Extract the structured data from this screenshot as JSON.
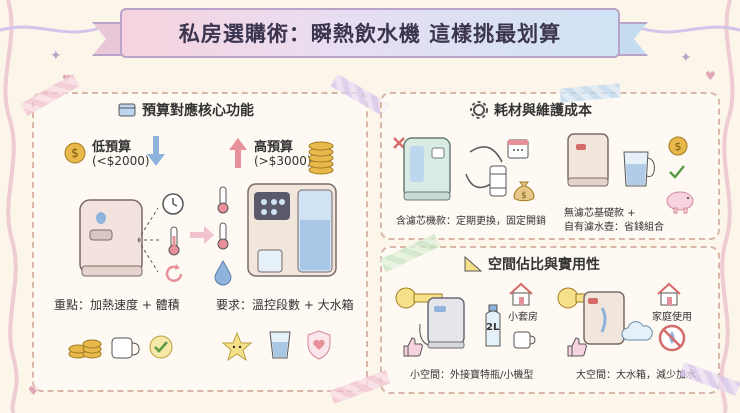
{
  "title": "私房選購術：瞬熱飲水機 這樣挑最划算",
  "budget_section": {
    "title": "預算對應核心功能",
    "low": {
      "label": "低預算",
      "range": "(<$2000)",
      "focus": "重點：加熱速度 + 體積"
    },
    "high": {
      "label": "高預算",
      "range": "(>$3000)",
      "focus": "要求：溫控段數 + 大水箱"
    }
  },
  "cost_section": {
    "title": "耗材與維護成本",
    "filtered": "含濾芯機款：定期更換，固定開銷",
    "unfiltered_line1": "無濾芯基礎款 +",
    "unfiltered_line2": "自有濾水壺：省錢組合"
  },
  "space_section": {
    "title": "空間佔比與實用性",
    "small_room": "小套房",
    "bottle_label": "2L",
    "small_caption": "小空間：外接寶特瓶/小機型",
    "family": "家庭使用",
    "large_caption": "大空間：大水箱，減少加水"
  },
  "colors": {
    "banner_pink": "#f6d3de",
    "banner_blue": "#cfe3f4",
    "panel_border": "#d8b7a6",
    "up_arrow": "#e8909a",
    "down_arrow": "#8fb4dc",
    "gold": "#e8b84a"
  }
}
